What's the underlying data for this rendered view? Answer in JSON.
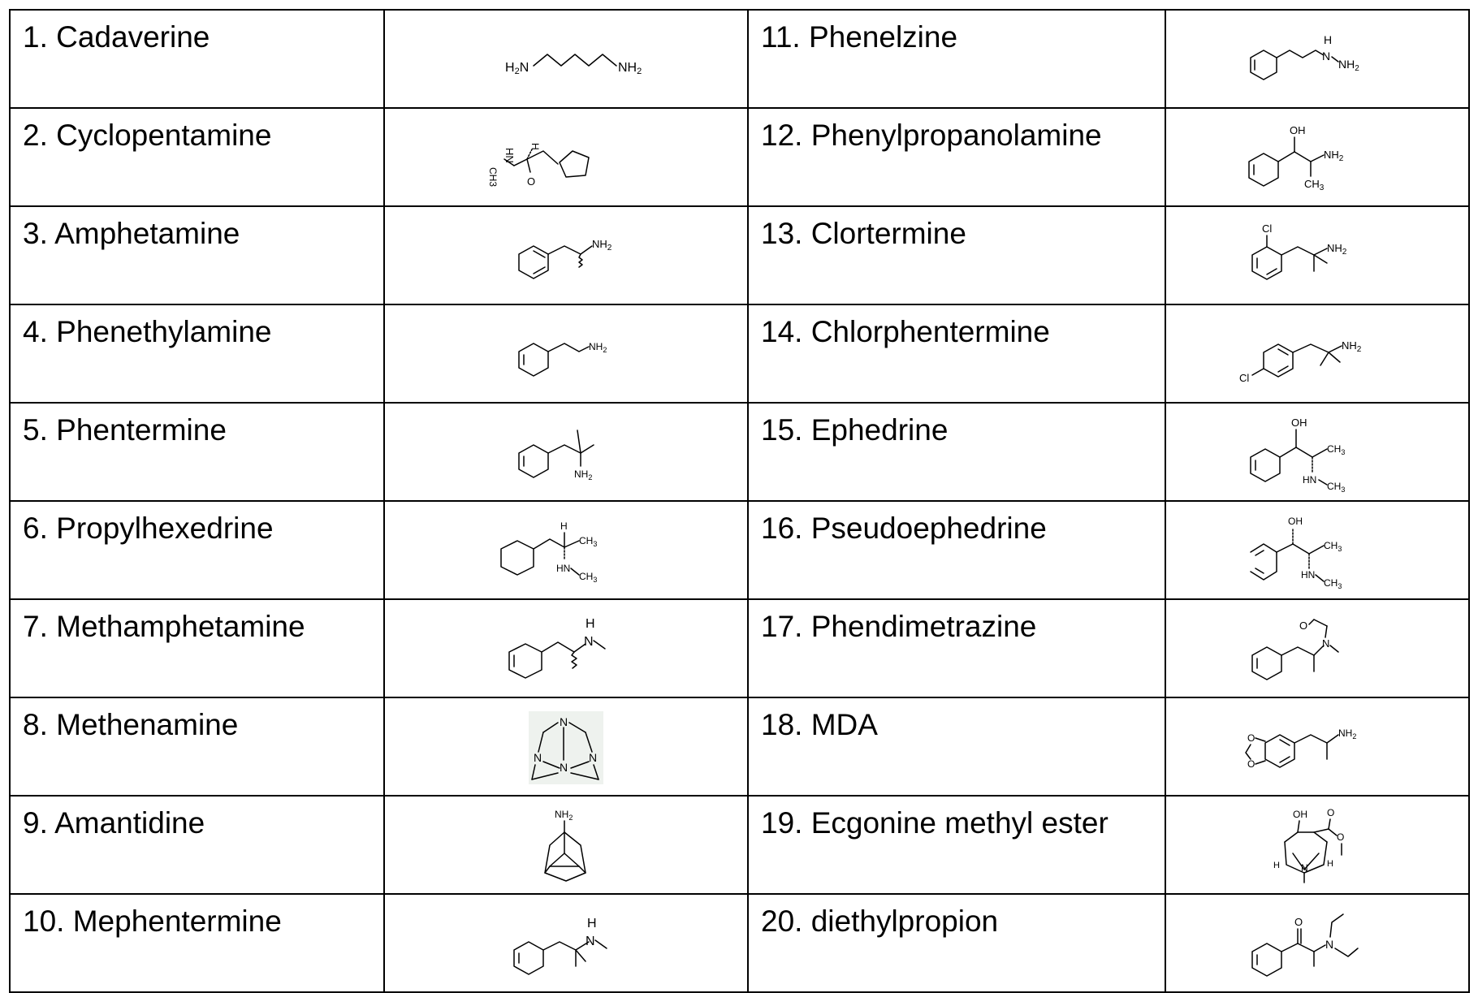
{
  "table": {
    "rows": [
      {
        "left": {
          "name": "1.  Cadaverine",
          "structure_icon": "cadaverine-structure"
        },
        "right": {
          "name": "11. Phenelzine",
          "structure_icon": "phenelzine-structure"
        }
      },
      {
        "left": {
          "name": "2. Cyclopentamine",
          "structure_icon": "cyclopentamine-structure"
        },
        "right": {
          "name": "12. Phenylpropanolamine",
          "structure_icon": "phenylpropanolamine-structure"
        }
      },
      {
        "left": {
          "name": "3. Amphetamine",
          "structure_icon": "amphetamine-structure"
        },
        "right": {
          "name": "13. Clortermine",
          "structure_icon": "clortermine-structure"
        }
      },
      {
        "left": {
          "name": "4. Phenethylamine",
          "structure_icon": "phenethylamine-structure"
        },
        "right": {
          "name": "14. Chlorphentermine",
          "structure_icon": "chlorphentermine-structure"
        }
      },
      {
        "left": {
          "name": "5. Phentermine",
          "structure_icon": "phentermine-structure"
        },
        "right": {
          "name": "15. Ephedrine",
          "structure_icon": "ephedrine-structure"
        }
      },
      {
        "left": {
          "name": "6. Propylhexedrine",
          "structure_icon": "propylhexedrine-structure"
        },
        "right": {
          "name": "16. Pseudoephedrine",
          "structure_icon": "pseudoephedrine-structure"
        }
      },
      {
        "left": {
          "name": "7. Methamphetamine",
          "structure_icon": "methamphetamine-structure"
        },
        "right": {
          "name": "17. Phendimetrazine",
          "structure_icon": "phendimetrazine-structure"
        }
      },
      {
        "left": {
          "name": "8. Methenamine",
          "structure_icon": "methenamine-structure"
        },
        "right": {
          "name": "18. MDA",
          "structure_icon": "mda-structure"
        }
      },
      {
        "left": {
          "name": "9. Amantidine",
          "structure_icon": "amantadine-structure"
        },
        "right": {
          "name": "19. Ecgonine methyl ester",
          "structure_icon": "ecgonine-methyl-ester-structure"
        }
      },
      {
        "left": {
          "name": "10. Mephentermine",
          "structure_icon": "mephentermine-structure"
        },
        "right": {
          "name": "20. diethylpropion",
          "structure_icon": "diethylpropion-structure"
        }
      }
    ]
  },
  "structure_labels": {
    "h2n": "H2N",
    "nh2": "NH2",
    "nh": "NH",
    "hn": "HN",
    "n": "N",
    "h": "H",
    "oh": "OH",
    "o": "O",
    "cl": "Cl",
    "ch3": "CH3"
  },
  "colors": {
    "border": "#000000",
    "text": "#000000",
    "background": "#ffffff"
  }
}
